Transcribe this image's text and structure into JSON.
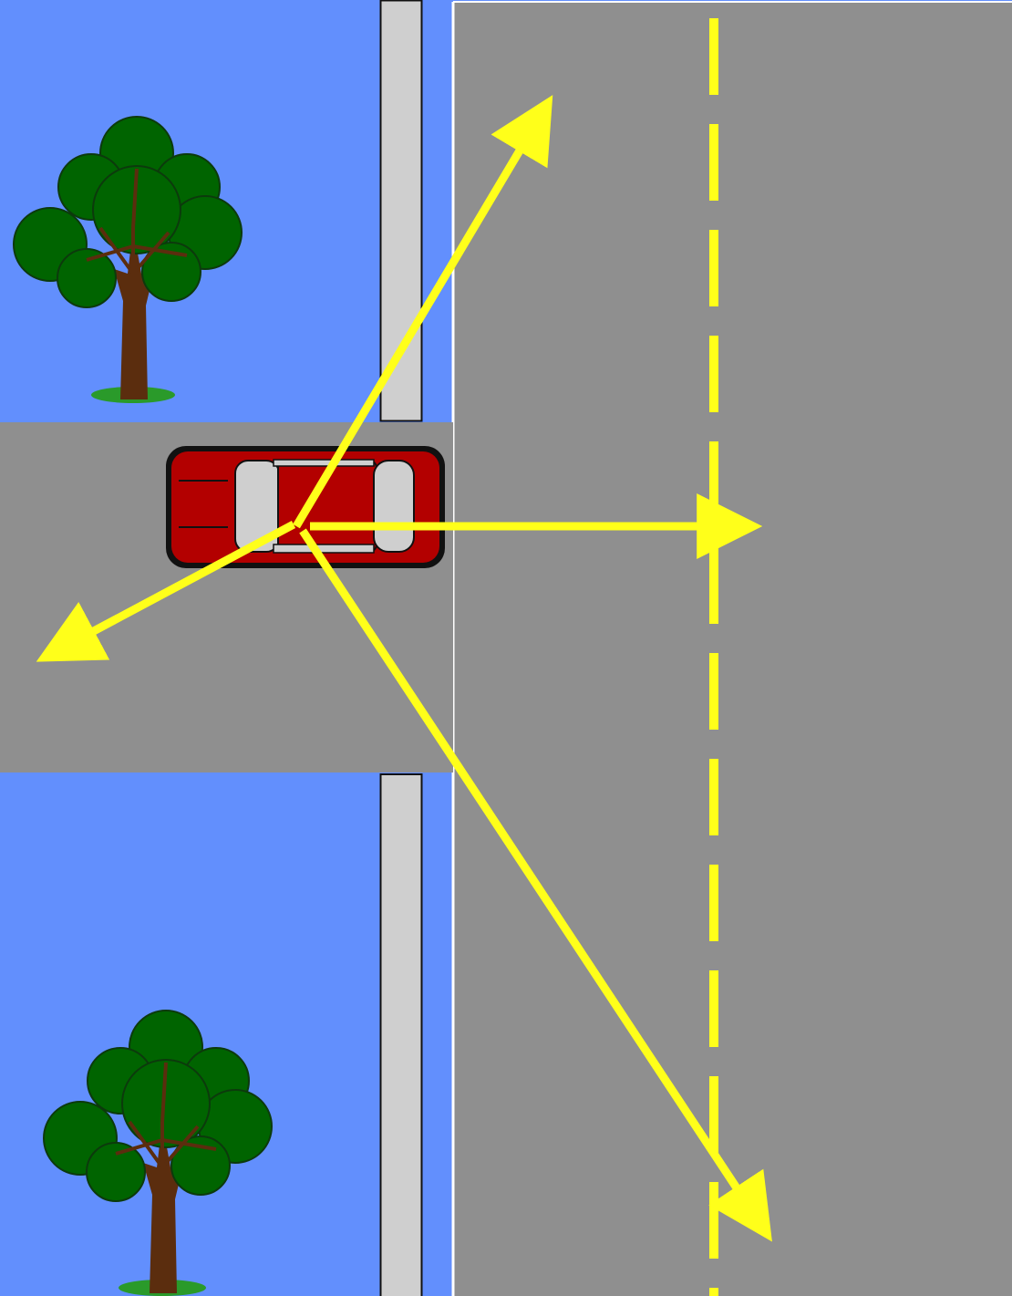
{
  "scene": {
    "description_type": "driveway-exit-sight-lines",
    "palette": {
      "grass": "#628ffd",
      "road": "#8f8f8f",
      "sidewalk": "#cfcfcf",
      "outline": "#111111",
      "curb_line": "#ffffff",
      "center_line": "#ffff1a",
      "arrow": "#ffff1a",
      "car_body": "#b30000",
      "car_glass": "#cfcfcf",
      "tree_foliage": "#006400",
      "tree_trunk": "#5b2d0e",
      "grass_tuft": "#2a9a2a"
    },
    "objects": [
      {
        "name": "driveway",
        "kind": "surface"
      },
      {
        "name": "main-road",
        "kind": "surface"
      },
      {
        "name": "sidewalk-upper",
        "kind": "surface"
      },
      {
        "name": "sidewalk-lower",
        "kind": "surface"
      },
      {
        "name": "center-line",
        "kind": "dashed-line"
      },
      {
        "name": "red-car",
        "kind": "vehicle",
        "heading": "east"
      },
      {
        "name": "tree-upper",
        "kind": "tree"
      },
      {
        "name": "tree-lower",
        "kind": "tree"
      }
    ],
    "arrows": [
      {
        "name": "arrow-up-right",
        "direction": "north-east"
      },
      {
        "name": "arrow-right",
        "direction": "east"
      },
      {
        "name": "arrow-down-right",
        "direction": "south-east"
      },
      {
        "name": "arrow-down-left",
        "direction": "south-west"
      }
    ]
  }
}
